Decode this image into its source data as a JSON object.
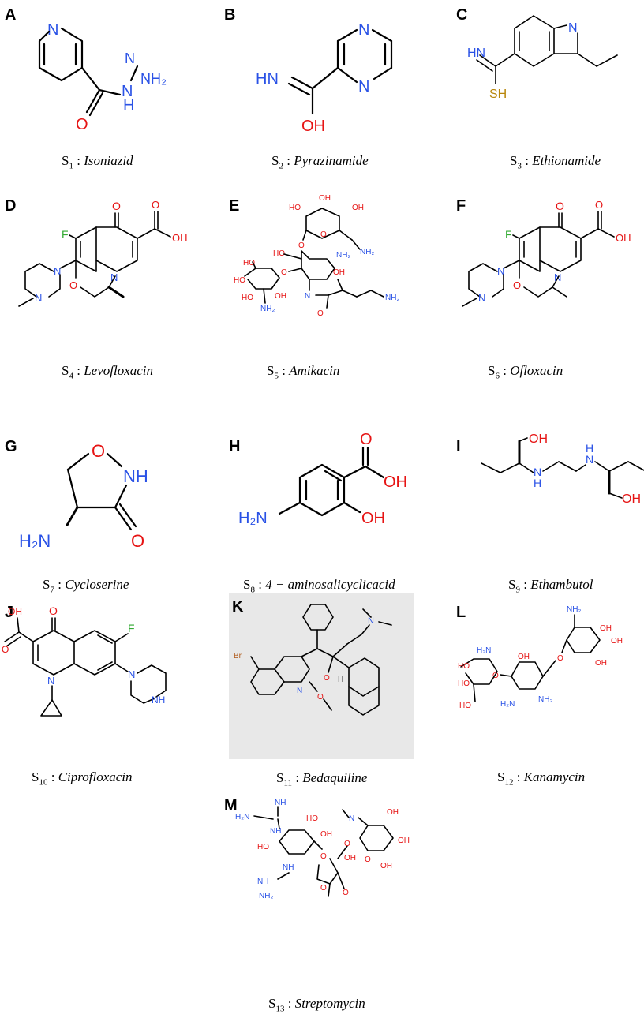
{
  "panels": [
    {
      "letter": "A",
      "caption_prefix": "S",
      "sub": "1",
      "name": "Isoniazid"
    },
    {
      "letter": "B",
      "caption_prefix": "S",
      "sub": "2",
      "name": "Pyrazinamide"
    },
    {
      "letter": "C",
      "caption_prefix": "S",
      "sub": "3",
      "name": "Ethionamide"
    },
    {
      "letter": "D",
      "caption_prefix": "S",
      "sub": "4",
      "name": "Levofloxacin"
    },
    {
      "letter": "E",
      "caption_prefix": "S",
      "sub": "5",
      "name": "Amikacin"
    },
    {
      "letter": "F",
      "caption_prefix": "S",
      "sub": "6",
      "name": "Ofloxacin"
    },
    {
      "letter": "G",
      "caption_prefix": "S",
      "sub": "7",
      "name": "Cycloserine"
    },
    {
      "letter": "H",
      "caption_prefix": "S",
      "sub": "8",
      "name": "4 − aminosalicyclicacid"
    },
    {
      "letter": "I",
      "caption_prefix": "S",
      "sub": "9",
      "name": "Ethambutol"
    },
    {
      "letter": "J",
      "caption_prefix": "S",
      "sub": "10",
      "name": "Ciprofloxacin"
    },
    {
      "letter": "K",
      "caption_prefix": "S",
      "sub": "11",
      "name": "Bedaquiline"
    },
    {
      "letter": "L",
      "caption_prefix": "S",
      "sub": "12",
      "name": "Kanamycin"
    },
    {
      "letter": "M",
      "caption_prefix": "S",
      "sub": "13",
      "name": "Streptomycin"
    }
  ],
  "atoms": {
    "N": "N",
    "NH": "NH",
    "NH2": "NH₂",
    "H2N": "H₂N",
    "HN": "HN",
    "H": "H",
    "O": "O",
    "OH": "OH",
    "HO": "HO",
    "SH": "SH",
    "F": "F",
    "Br": "Br"
  },
  "colors": {
    "nitrogen": "#2a52e6",
    "oxygen": "#e61414",
    "sulfur": "#b8860b",
    "fluorine": "#33aa33",
    "bromine": "#b05a1a",
    "bond": "#000000",
    "panel_bg": "#e8e8e8"
  }
}
